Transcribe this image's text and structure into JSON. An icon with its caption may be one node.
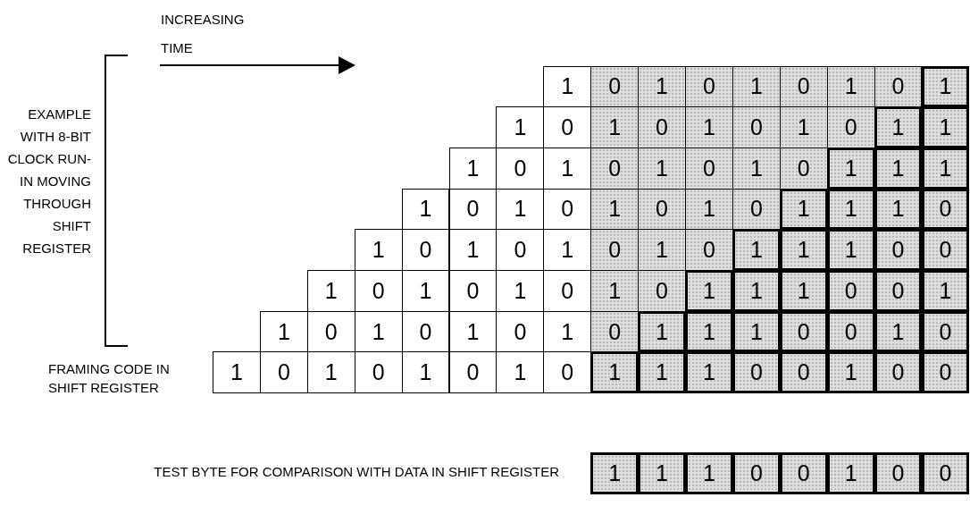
{
  "diagram": {
    "labels": [
      "INCREASING TIME",
      "EXAMPLE WITH 8-BIT CLOCK RUN-IN MOVING THROUGH SHIFT REGISTER",
      "1",
      "0",
      "1",
      "0",
      "1",
      "0",
      "1",
      "0",
      "1",
      "1",
      "0",
      "1",
      "0",
      "1",
      "0",
      "1",
      "0",
      "1",
      "1",
      "1",
      "0",
      "1",
      "0",
      "1",
      "0",
      "1",
      "0",
      "1",
      "1",
      "1",
      "1",
      "0",
      "1",
      "0",
      "1",
      "0",
      "1",
      "0",
      "1",
      "1",
      "1",
      "0",
      "1",
      "0",
      "1",
      "0",
      "1",
      "0",
      "1",
      "0",
      "1",
      "1",
      "1",
      "0",
      "0",
      "1",
      "0",
      "1",
      "0",
      "1",
      "0",
      "1",
      "0",
      "1",
      "1",
      "1",
      "0",
      "0",
      "1",
      "1",
      "0",
      "1",
      "0",
      "1",
      "0",
      "1",
      "0",
      "1",
      "1",
      "1",
      "0",
      "0",
      "1",
      "0",
      "FRAMING CODE IN SHIFT REGISTER",
      "1",
      "0",
      "1",
      "0",
      "1",
      "0",
      "1",
      "0",
      "1",
      "1",
      "1",
      "0",
      "0",
      "1",
      "0",
      "0",
      "TEST BYTE FOR COMPARISON WITH DATA IN SHIFT REGISTER",
      "1",
      "1",
      "1",
      "0",
      "0",
      "1",
      "0",
      "0"
    ]
  }
}
